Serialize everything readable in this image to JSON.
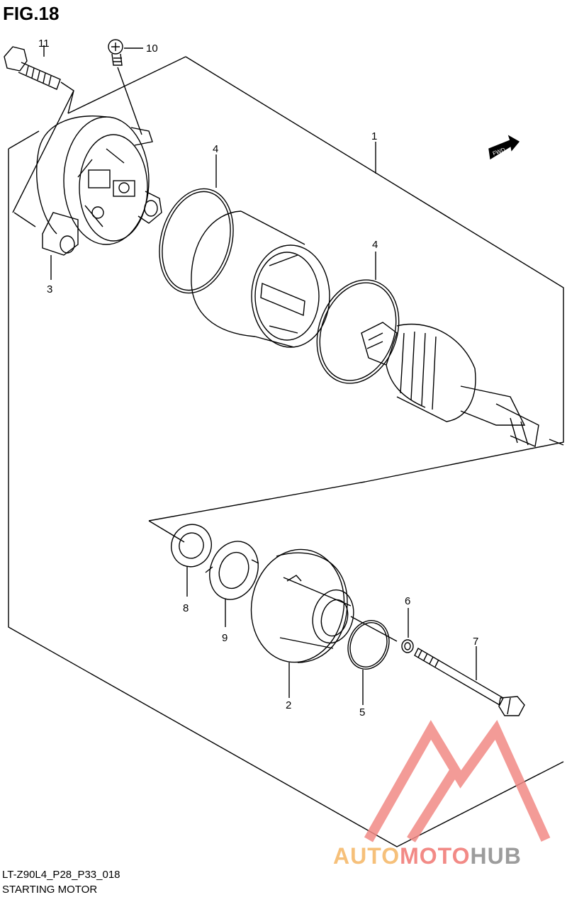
{
  "figure": {
    "title": "FIG.18",
    "code": "LT-Z90L4_P28_P33_018",
    "name": "STARTING MOTOR",
    "fwd_label": "FWD"
  },
  "callouts": {
    "c1": "1",
    "c2": "2",
    "c3": "3",
    "c4a": "4",
    "c4b": "4",
    "c5": "5",
    "c6": "6",
    "c7": "7",
    "c8": "8",
    "c9": "9",
    "c10": "10",
    "c11": "11"
  },
  "watermark": {
    "part1": "AUTO",
    "part2": "MOTO",
    "part3": "HUB",
    "colors": {
      "auto": "#f6c07a",
      "moto": "#f28a86",
      "hub": "#9c9c9c",
      "logo": "#f28a86"
    }
  },
  "icons": {
    "fwd": "fwd-arrow-icon",
    "logo": "triangle-logo-icon"
  }
}
